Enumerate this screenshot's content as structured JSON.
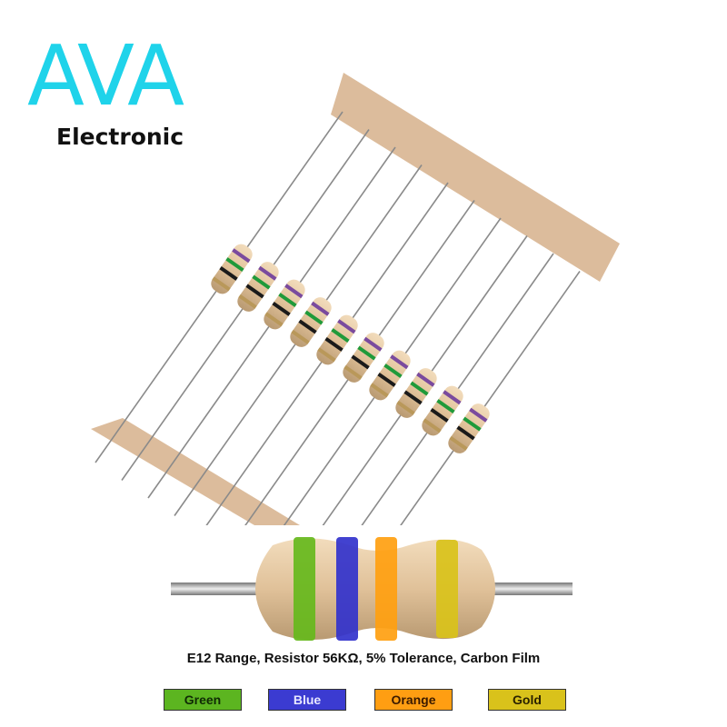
{
  "brand": {
    "name": "AVA",
    "subtitle": "Electronic"
  },
  "caption": "E12 Range, Resistor 56KΩ, 5% Tolerance, Carbon Film",
  "colors": {
    "logo": "#1fd3ea",
    "tape": "#dcbc9c",
    "body": "#e2c39d",
    "lead": "#9a9a9a"
  },
  "small_resistor_bands": [
    "#7a4a9e",
    "#1f9a3a",
    "#1a1a1a",
    "#b9985a"
  ],
  "large_resistor_bands": [
    "#66b81c",
    "#3232cc",
    "#ff9f10",
    "#d9c21a"
  ],
  "legend": [
    {
      "label": "Green",
      "color": "#5cb520",
      "text": "#0f2a05"
    },
    {
      "label": "Blue",
      "color": "#3b3bd1",
      "text": "#e8e8ff"
    },
    {
      "label": "Orange",
      "color": "#ff9e12",
      "text": "#3a1a00"
    },
    {
      "label": "Gold",
      "color": "#d9c21b",
      "text": "#2a2200"
    }
  ]
}
